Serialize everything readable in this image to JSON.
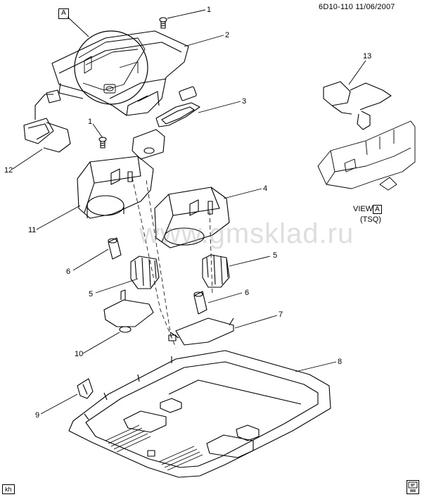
{
  "document": {
    "id": "6D10-110",
    "date": "11/06/2007"
  },
  "view": {
    "letter": "A",
    "view_word": "VIEW",
    "projection": "(TSQ)"
  },
  "watermark": "www.gmsklad.ru",
  "footer": {
    "author_tag": "kh"
  },
  "callouts": [
    {
      "label": "1"
    },
    {
      "label": "2"
    },
    {
      "label": "3"
    },
    {
      "label": "1"
    },
    {
      "label": "4"
    },
    {
      "label": "5"
    },
    {
      "label": "6"
    },
    {
      "label": "5"
    },
    {
      "label": "6"
    },
    {
      "label": "7"
    },
    {
      "label": "8"
    },
    {
      "label": "9"
    },
    {
      "label": "10"
    },
    {
      "label": "11"
    },
    {
      "label": "12"
    },
    {
      "label": "13"
    }
  ],
  "icons": {
    "corner": "component-catalog-icon"
  }
}
